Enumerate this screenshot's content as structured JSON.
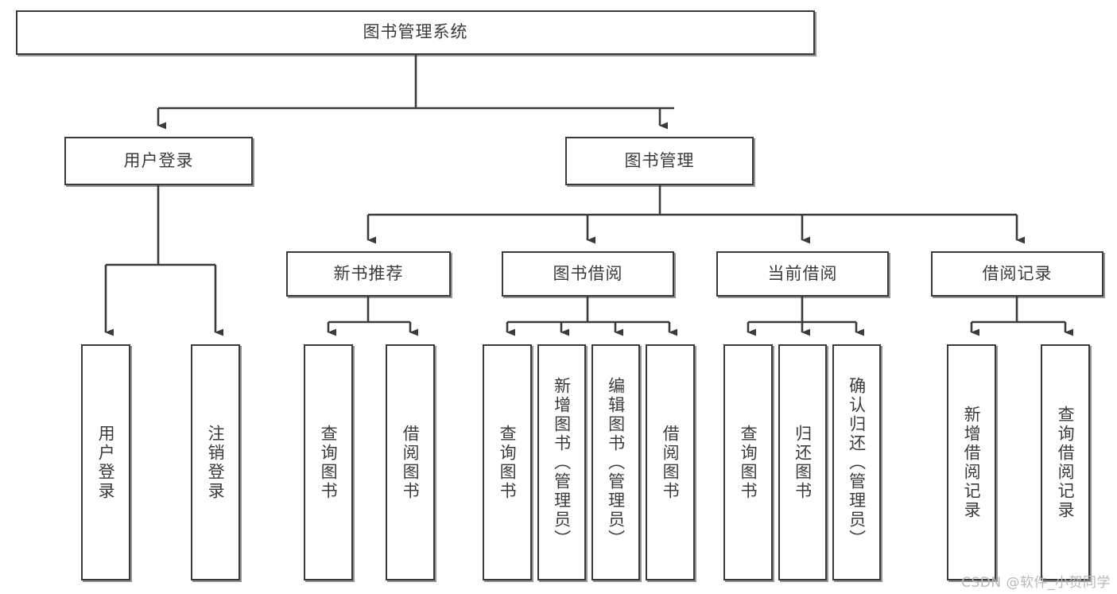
{
  "diagram": {
    "title": "图书管理系统",
    "type": "tree-hierarchy-chart",
    "watermark": "CSDN @软件_小贺同学",
    "colors": {
      "node_border": "#3a3a3a",
      "node_fill": "#ffffff",
      "edge": "#3a3a3a",
      "text": "#3b3b3b",
      "watermark": "#b9b9b9"
    },
    "levels": {
      "root": {
        "label": "图书管理系统",
        "orientation": "horizontal"
      },
      "level2": [
        {
          "id": "user-login",
          "label": "用户登录",
          "orientation": "horizontal"
        },
        {
          "id": "book-management",
          "label": "图书管理",
          "orientation": "horizontal"
        }
      ],
      "level3": [
        {
          "id": "new-book-recommend",
          "label": "新书推荐",
          "orientation": "horizontal",
          "parent": "book-management"
        },
        {
          "id": "book-borrow",
          "label": "图书借阅",
          "orientation": "horizontal",
          "parent": "book-management"
        },
        {
          "id": "current-borrow",
          "label": "当前借阅",
          "orientation": "horizontal",
          "parent": "book-management"
        },
        {
          "id": "borrow-record",
          "label": "借阅记录",
          "orientation": "horizontal",
          "parent": "book-management"
        }
      ],
      "leaves": [
        {
          "id": "leaf-user-login",
          "label": "用户登录",
          "orientation": "vertical",
          "parent": "user-login"
        },
        {
          "id": "leaf-user-logout",
          "label": "注销登录",
          "orientation": "vertical",
          "parent": "user-login"
        },
        {
          "id": "leaf-query-book-1",
          "label": "查询图书",
          "orientation": "vertical",
          "parent": "new-book-recommend"
        },
        {
          "id": "leaf-borrow-book-1",
          "label": "借阅图书",
          "orientation": "vertical",
          "parent": "new-book-recommend"
        },
        {
          "id": "leaf-query-book-2",
          "label": "查询图书",
          "orientation": "vertical",
          "parent": "book-borrow"
        },
        {
          "id": "leaf-add-book",
          "label": "新增图书（管理员）",
          "orientation": "vertical",
          "parent": "book-borrow"
        },
        {
          "id": "leaf-edit-book",
          "label": "编辑图书（管理员）",
          "orientation": "vertical",
          "parent": "book-borrow"
        },
        {
          "id": "leaf-borrow-book-2",
          "label": "借阅图书",
          "orientation": "vertical",
          "parent": "book-borrow"
        },
        {
          "id": "leaf-query-book-3",
          "label": "查询图书",
          "orientation": "vertical",
          "parent": "current-borrow"
        },
        {
          "id": "leaf-return-book",
          "label": "归还图书",
          "orientation": "vertical",
          "parent": "current-borrow"
        },
        {
          "id": "leaf-confirm-return",
          "label": "确认归还（管理员）",
          "orientation": "vertical",
          "parent": "current-borrow"
        },
        {
          "id": "leaf-add-record",
          "label": "新增借阅记录",
          "orientation": "vertical",
          "parent": "borrow-record"
        },
        {
          "id": "leaf-query-record",
          "label": "查询借阅记录",
          "orientation": "vertical",
          "parent": "borrow-record"
        }
      ]
    }
  }
}
